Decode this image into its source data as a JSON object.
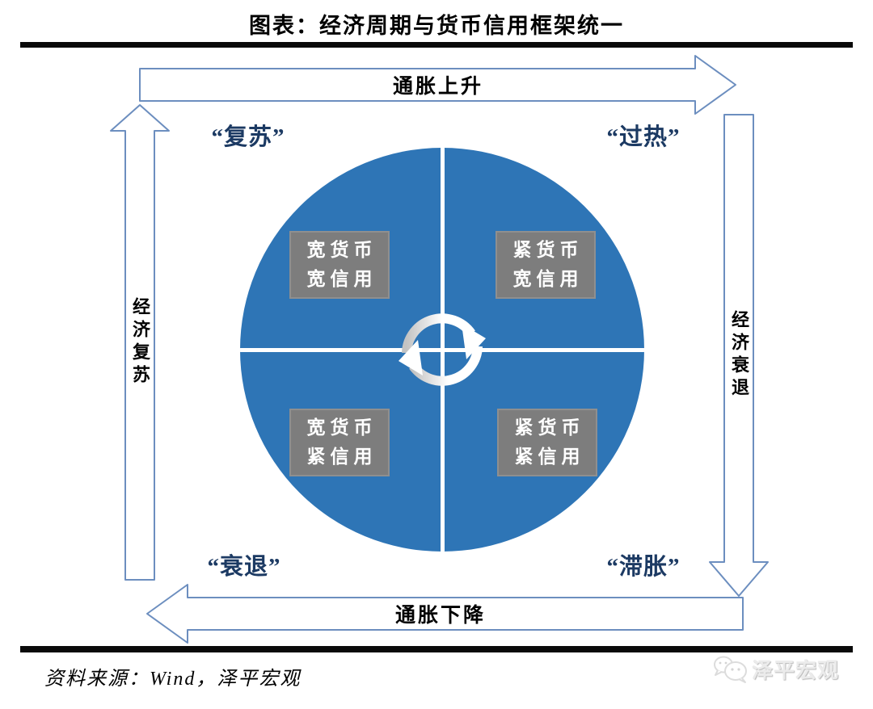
{
  "title": "图表：经济周期与货币信用框架统一",
  "axes": {
    "top": "通胀上升",
    "bottom": "通胀下降",
    "left": "经济复苏",
    "right": "经济衰退"
  },
  "phases": {
    "top_left": "“复苏”",
    "top_right": "“过热”",
    "bottom_left": "“衰退”",
    "bottom_right": "“滞胀”"
  },
  "quadrants": {
    "top_left": {
      "line1": "宽货币",
      "line2": "宽信用"
    },
    "top_right": {
      "line1": "紧货币",
      "line2": "宽信用"
    },
    "bottom_left": {
      "line1": "宽货币",
      "line2": "紧信用"
    },
    "bottom_right": {
      "line1": "紧货币",
      "line2": "紧信用"
    }
  },
  "center_icon": "cycle-rotation-arrows",
  "colors": {
    "circle_blue": "#2e75b6",
    "quadrant_box_gray": "#7d7d7d",
    "arrow_outline_blue": "#6c8ebf",
    "phase_label_navy": "#1c3a63",
    "rule_black": "#0a0a0a"
  },
  "footer": {
    "source": "资料来源：Wind，泽平宏观",
    "watermark": "泽平宏观"
  }
}
